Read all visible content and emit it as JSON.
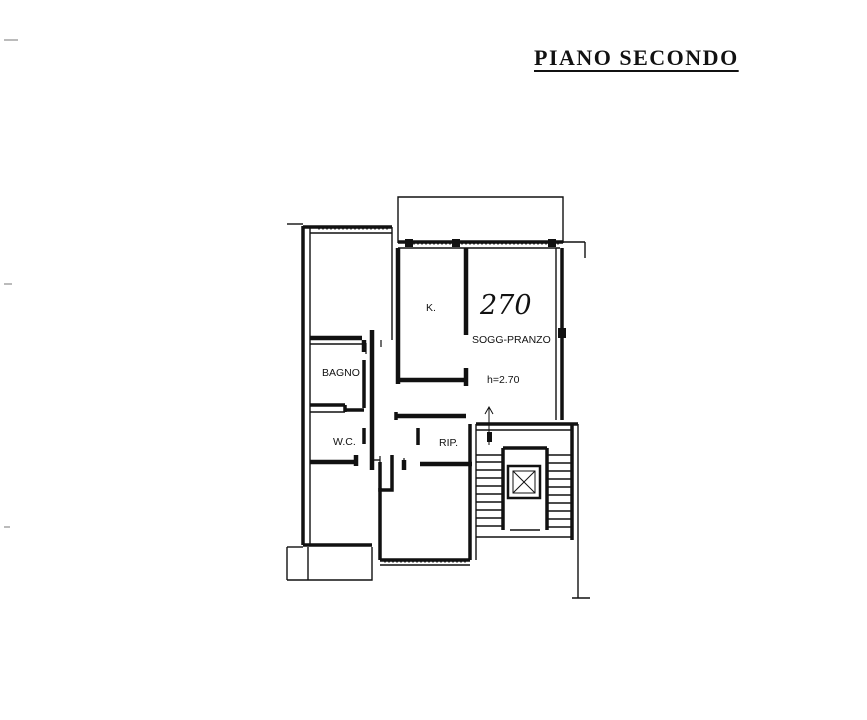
{
  "title": "PIANO  SECONDO",
  "rooms": {
    "kitchen": "K.",
    "living_dining": "SOGG-PRANZO",
    "bathroom": "BAGNO",
    "wc": "W.C.",
    "storage": "RIP."
  },
  "height_note": "h=2.70",
  "handwritten_note": "270"
}
